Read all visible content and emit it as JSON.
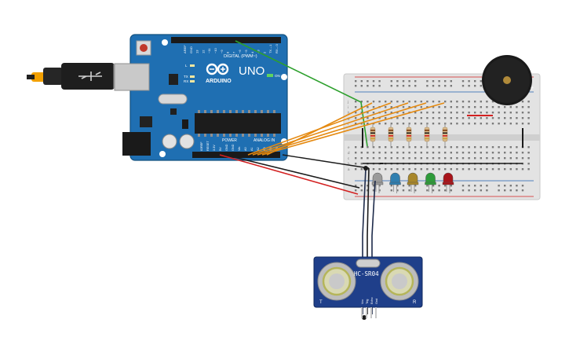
{
  "arduino": {
    "model_text": "UNO",
    "brand_text": "ARDUINO",
    "digital_header_label": "DIGITAL (PWM~)",
    "power_label": "POWER",
    "analog_label": "ANALOG IN",
    "on_led_label": "ON",
    "tx_label": "TX",
    "rx_label": "RX",
    "l_label": "L",
    "digital_pins": [
      "AREF",
      "GND",
      "13",
      "12",
      "~11",
      "~10",
      "~9",
      "8",
      "7",
      "~6",
      "~5",
      "4",
      "~3",
      "2",
      "TX→1",
      "RX←0"
    ],
    "power_pins": [
      "IOREF",
      "RESET",
      "3.3V",
      "5V",
      "GND",
      "GND",
      "Vin"
    ],
    "analog_pins": [
      "A0",
      "A1",
      "A2",
      "A3",
      "A4",
      "A5"
    ]
  },
  "sensor": {
    "model_text": "HC-SR04",
    "t_label": "T",
    "r_label": "R",
    "pin_labels": [
      "Vcc",
      "Trig",
      "Echo",
      "Gnd"
    ]
  },
  "breadboard": {
    "row_letters_top": [
      "j",
      "i",
      "h",
      "g",
      "f"
    ],
    "row_letters_bottom": [
      "e",
      "d",
      "c",
      "b",
      "a"
    ]
  },
  "components": {
    "led_colors": [
      "#9a9a9a",
      "#2f7fb0",
      "#a8872a",
      "#2e9b3a",
      "#a8141a"
    ],
    "resistor_count": 5,
    "buzzer_color": "#1a1a1a"
  },
  "colors": {
    "board_blue": "#1f6fb2",
    "wire_orange": "#e58a11",
    "wire_red": "#d32020",
    "wire_green": "#2da02d",
    "wire_black": "#1b1b1b",
    "wire_navy": "#1d2a4a",
    "sensor_blue": "#1f3f8a"
  }
}
